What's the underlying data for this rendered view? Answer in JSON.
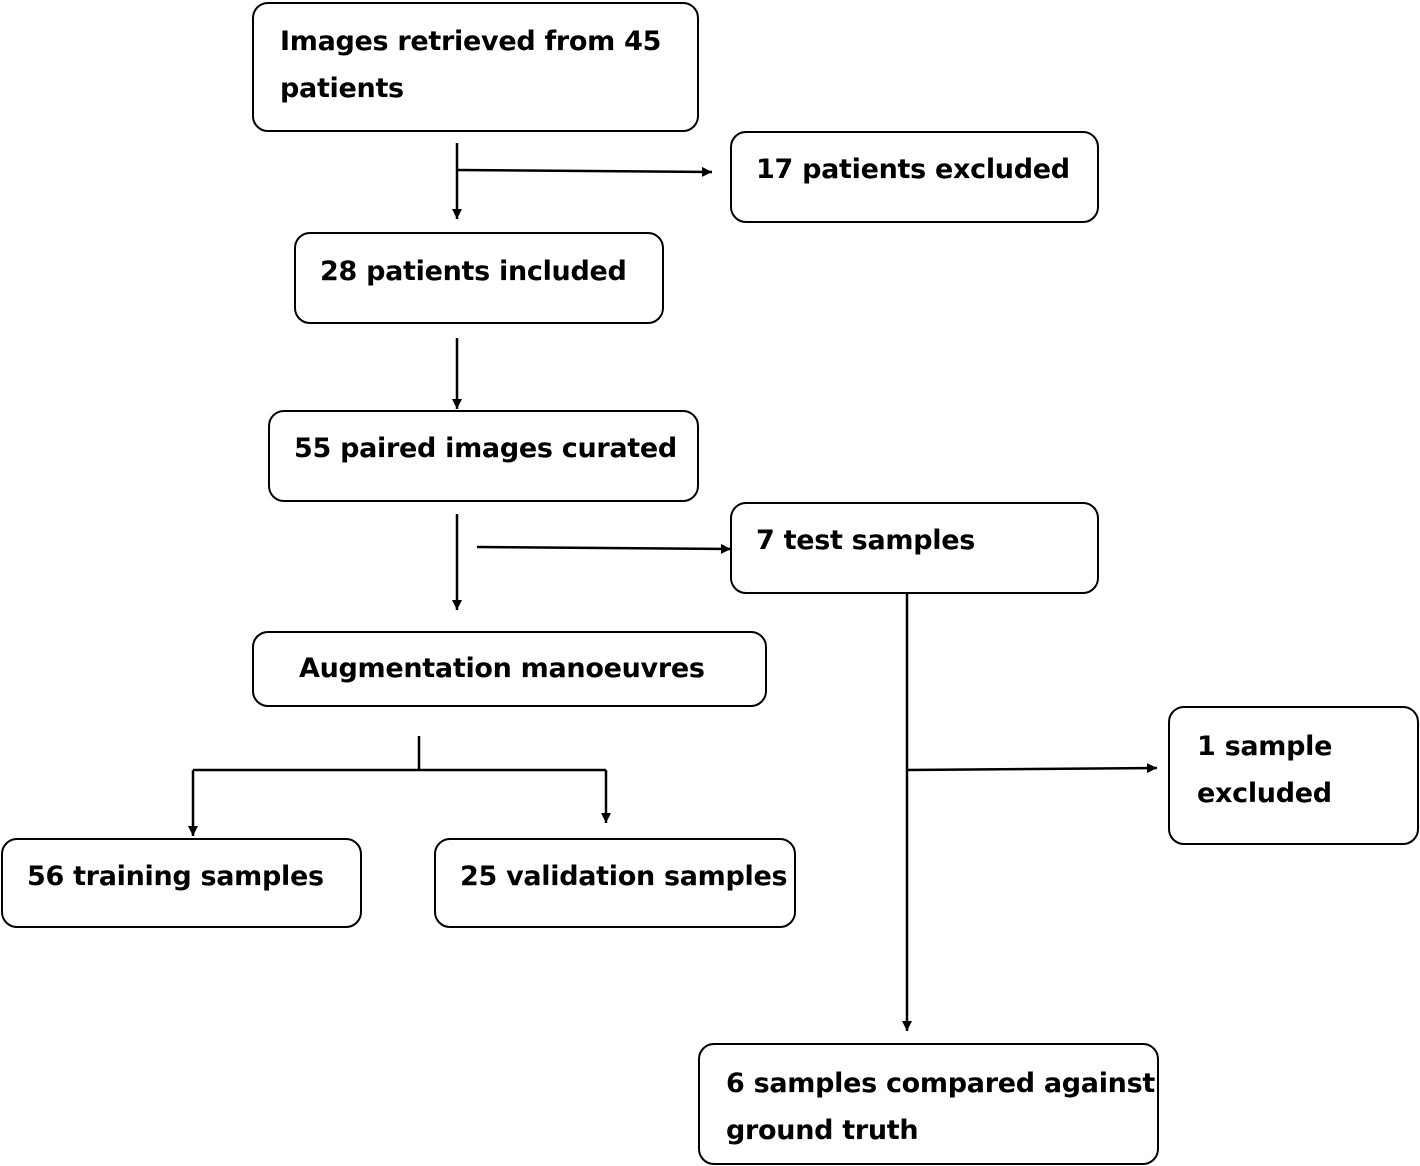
{
  "boxes": {
    "retrieved": "Images retrieved from 45\npatients",
    "excluded_patients": "17 patients excluded",
    "included": "28 patients included",
    "curated": "55 paired images curated",
    "test": "7 test samples",
    "augmentation": "Augmentation manoeuvres",
    "training": "56 training samples",
    "validation": "25 validation samples",
    "excluded_sample": "1 sample\nexcluded",
    "compared": "6 samples compared against\nground truth"
  }
}
